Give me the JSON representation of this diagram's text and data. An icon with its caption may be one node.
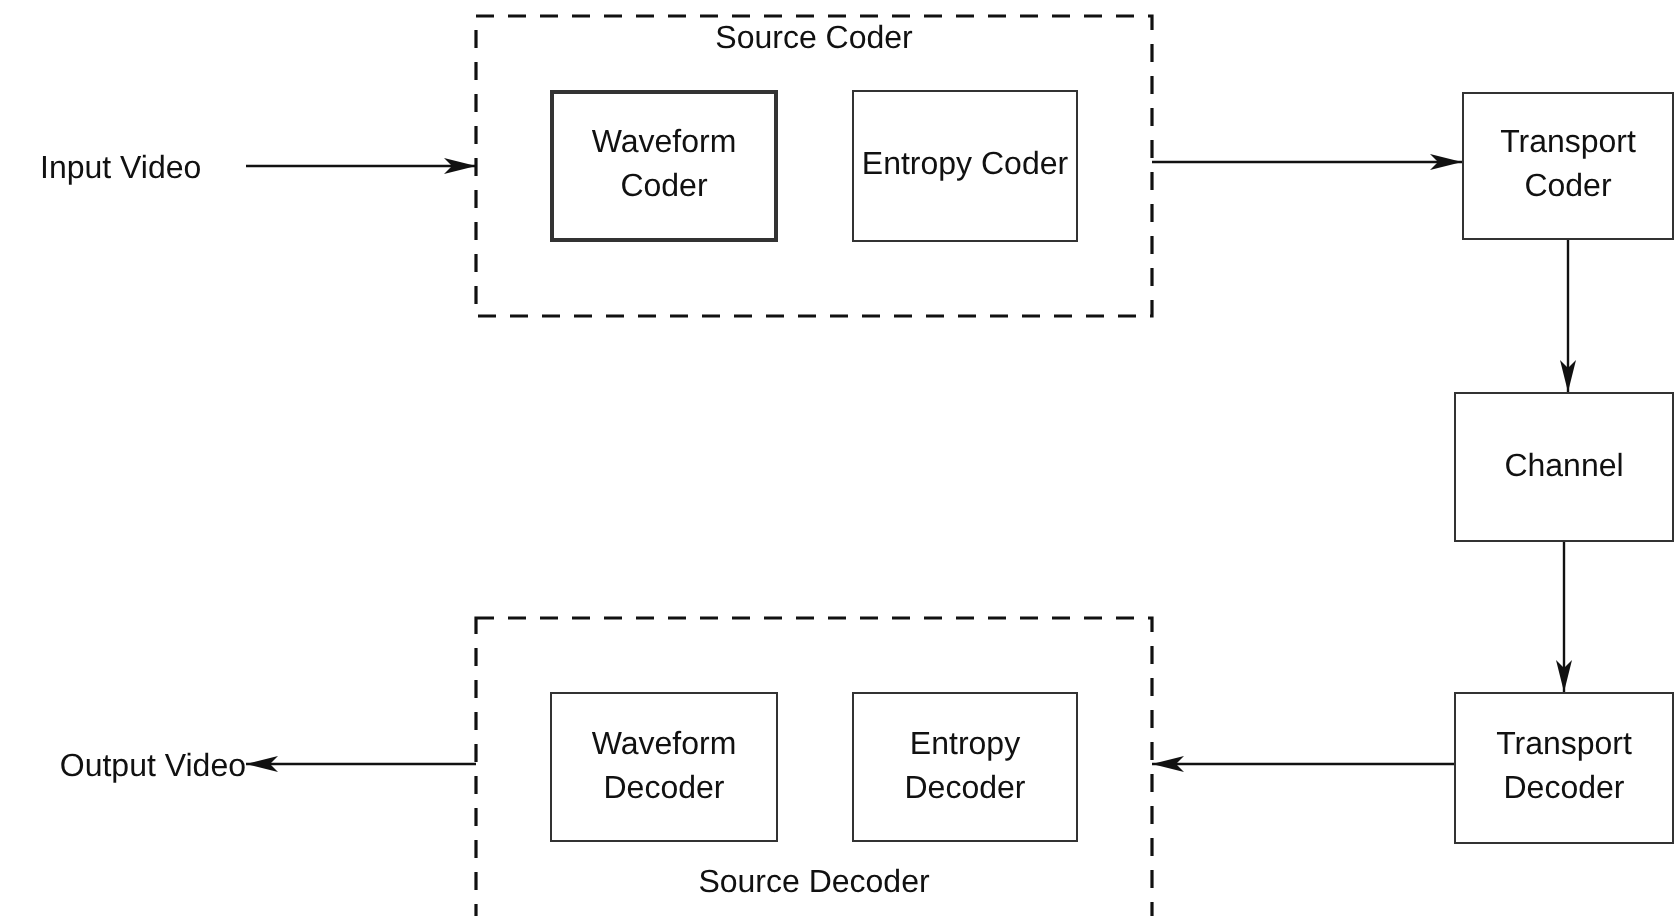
{
  "diagram": {
    "nodes": [
      {
        "text": [
          "Input Video"
        ]
      },
      {
        "text": [
          "Source Coder"
        ]
      },
      {
        "text": [
          "Waveform Coder"
        ],
        "in": 1
      },
      {
        "text": [
          "Entropy Coder"
        ],
        "in": 1
      },
      {
        "text": [
          "Transport Coder"
        ]
      },
      {
        "text": [
          "Channel"
        ]
      },
      {
        "text": [
          "Transport Decoder"
        ]
      },
      {
        "text": [
          "Source Decoder"
        ]
      },
      {
        "text": [
          "Waveform Decoder"
        ],
        "in": 7
      },
      {
        "text": [
          "Entropy Decoder"
        ],
        "in": 7
      },
      {
        "text": [
          "Output Video"
        ]
      }
    ],
    "edges": [
      {
        "from": 0,
        "to": 1,
        "arrow": "to"
      },
      {
        "from": 1,
        "to": 4,
        "arrow": "to"
      },
      {
        "from": 4,
        "to": 5,
        "arrow": "to"
      },
      {
        "from": 5,
        "to": 6,
        "arrow": "to"
      },
      {
        "from": 6,
        "to": 7,
        "arrow": "to"
      },
      {
        "from": 7,
        "to": 10,
        "arrow": "to"
      }
    ]
  }
}
